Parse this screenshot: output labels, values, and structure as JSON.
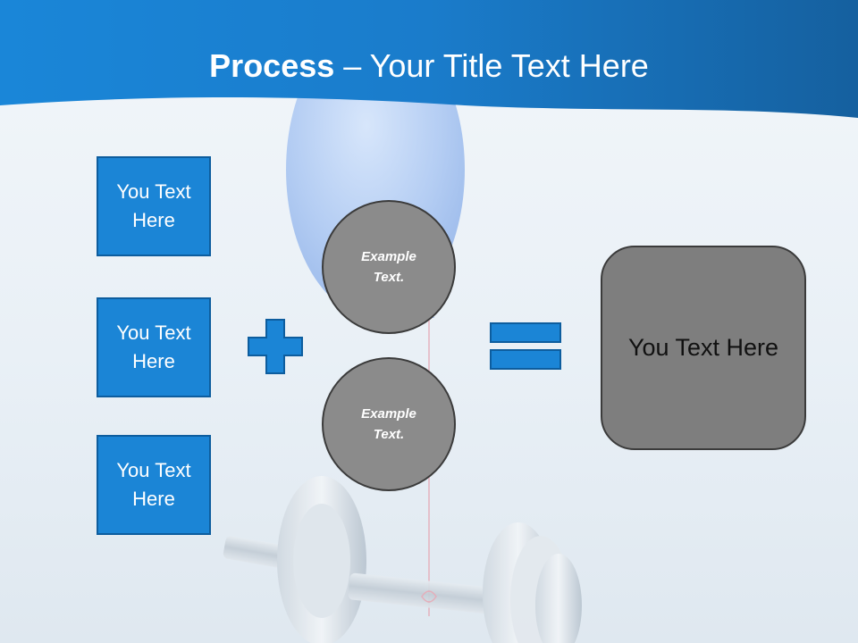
{
  "header": {
    "title_bold": "Process",
    "title_rest": " – Your Title Text Here"
  },
  "inputs": [
    {
      "label": "You Text Here"
    },
    {
      "label": "You Text Here"
    },
    {
      "label": "You Text Here"
    }
  ],
  "operands": [
    {
      "label": "Example Text."
    },
    {
      "label": "Example Text."
    }
  ],
  "result": {
    "label": "You Text Here"
  },
  "colors": {
    "header_blue": "#1a7fd0",
    "box_blue": "#1b85d6",
    "circle_gray": "#8b8b8b",
    "result_gray": "#7e7e7e"
  },
  "icons": [
    "plus-icon",
    "equals-icon",
    "balloon-icon",
    "dumbbell-icon"
  ]
}
